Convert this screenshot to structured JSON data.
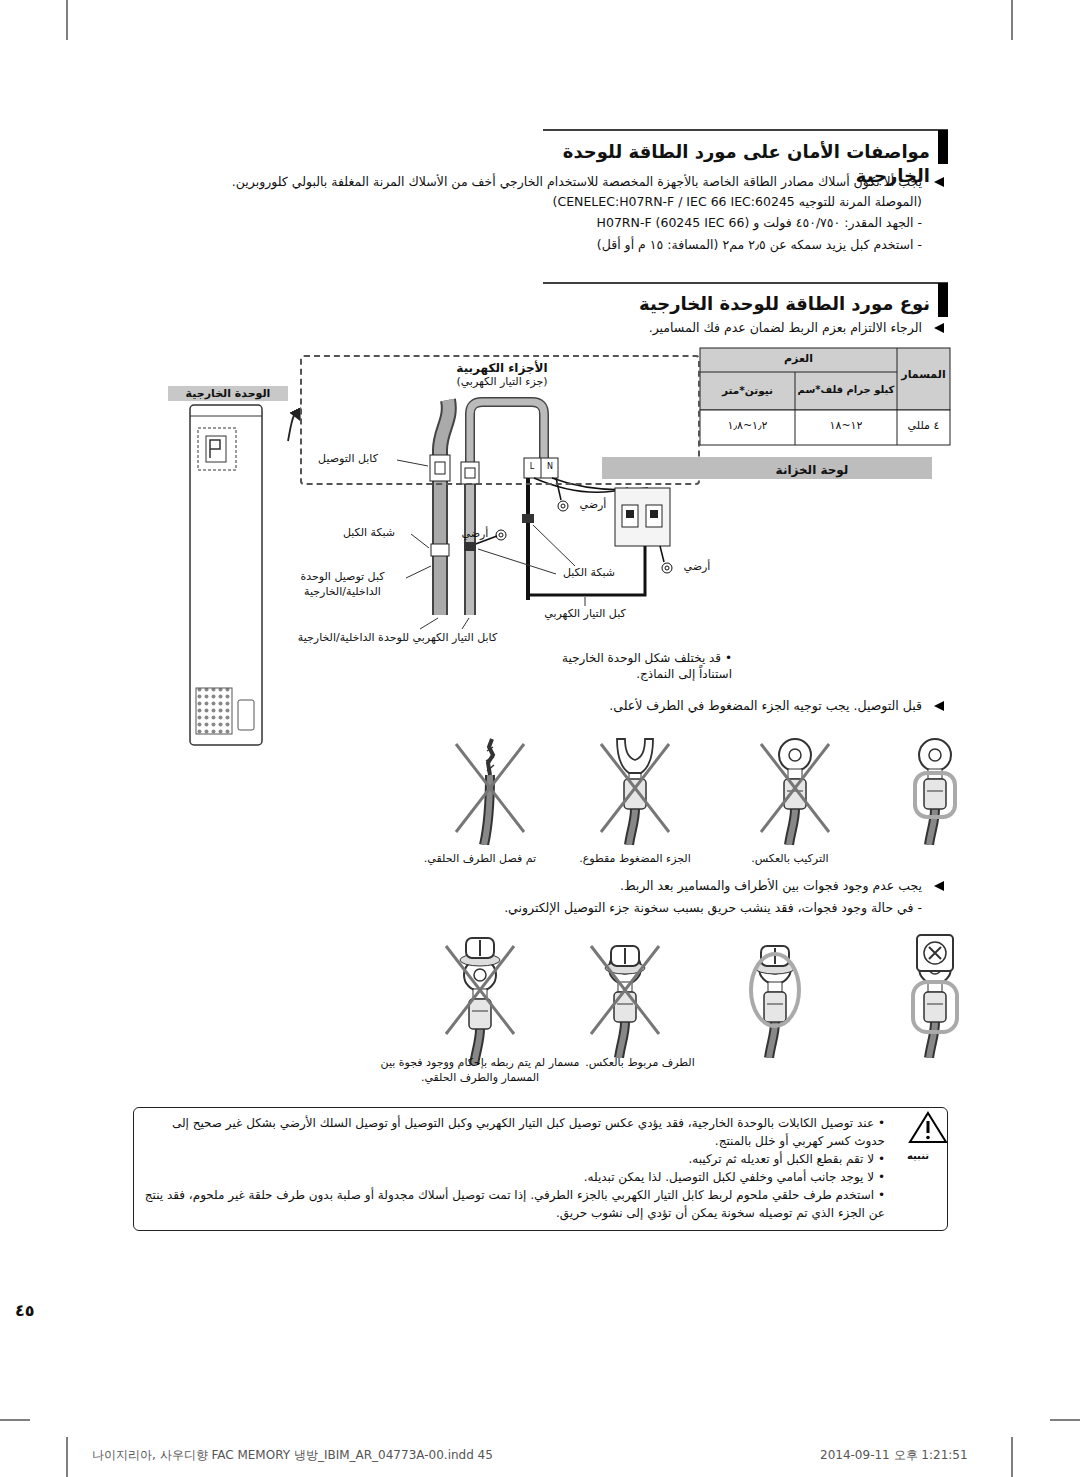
{
  "diagram": {
    "nodes": [
      {
        "text": [
          "الأجزاء الكهربية",
          "(جزء التيار الكهربي)"
        ]
      },
      {
        "text": [
          "لوحة الخزانة"
        ],
        "in": 0
      },
      {
        "text": [
          "الوحدة الخارجية"
        ]
      },
      {
        "text": [
          "تنبيه",
          "• عند توصيل الكابلات بالوحدة الخارجية، فقد يؤدي عكس توصيل كبل التيار الكهربي وكبل التوصيل أو توصيل السلك الأرضي بشكل غير صحيح إلى حدوث كسر كهربي أو خلل بالمنتج.",
          "• لا تقم بقطع الكبل أو تعديله ثم تركيبه.",
          "• لا يوجد جانب أمامي وخلفي لكبل التوصيل. لذا يمكن تبديله.",
          "• استخدم طرف حلقي ملحوم لربط كابل التيار الكهربي بالجزء الطرفي. إذا تمت توصيل أسلاك مجدولة أو صلبة بدون طرف حلقة غير ملحوم، فقد ينتج عن الجزء الذي تم توصيله سخونة يمكن أن تؤدي إلى نشوب حريق."
        ]
      }
    ],
    "edges": [
      {
        "from": 2,
        "to": 0,
        "arrow": "to"
      }
    ],
    "labels": [
      "مواصفات الأمان على مورد الطاقة للوحدة الخارجية",
      "يجب ألا تكون أسلاك مصادر الطاقة الخاصة بالأجهزة المخصصة للاستخدام الخارجي أخف من الأسلاك المرنة المغلفة بالبولي كلوروبرين.",
      "(الموصلة المرنة للتوجيه CENELEC:H07RN-F / IEC 66 IEC:60245)",
      "- الجهد المقدر: ٤٥٠/٧٥٠ فولت و H07RN-F (60245 IEC 66)",
      "- استخدم كبل يزيد سمكه عن ٢٫٥ مم٢ (المسافة: ١٥ م أو أقل)",
      "نوع مورد الطاقة للوحدة الخارجية",
      "الرجاء الالتزام بعزم الربط لضمان عدم فك المسامير.",
      "المسمار",
      "العزم",
      "كيلو جرام قلف*سم",
      "نيوتن*متر",
      "٤ مللي",
      "١٢~١٨",
      "١٫٢~١٫٨",
      "L",
      "N",
      "كابل التوصيل",
      "أرضي",
      "شبكة الكبل",
      "أرضي",
      "أرضي",
      "شبكة الكبل",
      "كبل توصيل الوحدة الداخلية/الخارجية",
      "كبل التيار الكهربي",
      "كابل التيار الكهربي للوحدة الداخلية/الخارجية",
      "• قد يختلف شكل الوحدة الخارجية استناداً إلى النماذج.",
      "قبل التوصيل. يجب توجيه الجزء المضغوط في الطرف لأعلى.",
      "التركيب بالعكس.",
      "الجزء المضغوط مقطوع.",
      "تم فصل الطرف الحلقي.",
      "يجب عدم وجود فجوات بين الأطراف والمسامير بعد الربط.",
      "- في حالة وجود فجوات، فقد ينشب حريق بسبب سخونة جزء التوصيل الإلكتروني.",
      "الطرف مربوط بالعكس.",
      "مسمار لم يتم ربطه بإحكام ووجود فجوة بين المسمار والطرف الحلقي.",
      "٤٥",
      "나이지리아, 사우디향 FAC MEMORY 냉방_IBIM_AR_04773A-00.indd   45",
      "2014-09-11   오후 1:21:51"
    ]
  }
}
